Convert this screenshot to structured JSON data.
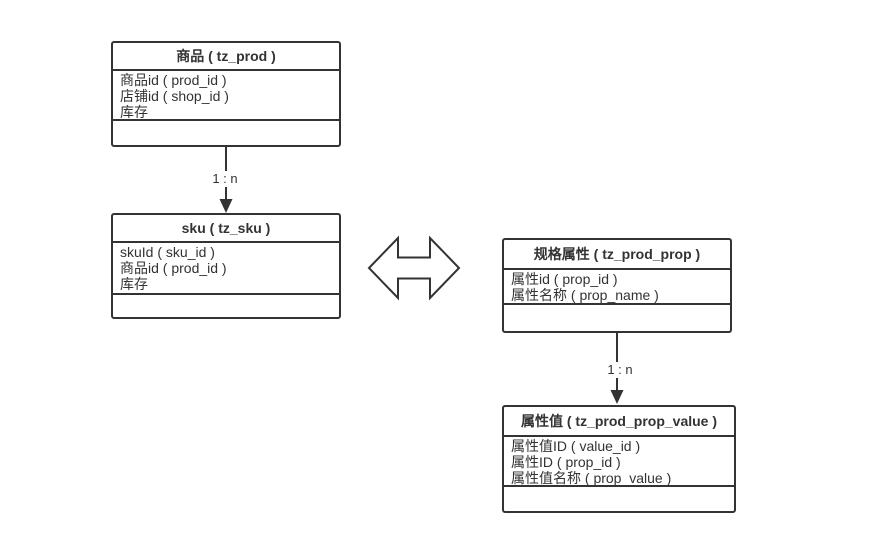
{
  "diagram": {
    "title": "product-sku-property er diagram",
    "entities": [
      {
        "id": "prod",
        "title": "商品 ( tz_prod )",
        "fields": [
          "商品id ( prod_id )",
          "店铺id ( shop_id )",
          "库存"
        ]
      },
      {
        "id": "sku",
        "title": "sku ( tz_sku )",
        "fields": [
          "skuId ( sku_id )",
          "商品id ( prod_id )",
          "库存"
        ]
      },
      {
        "id": "prod_prop",
        "title": "规格属性 ( tz_prod_prop )",
        "fields": [
          "属性id ( prop_id )",
          "属性名称 ( prop_name )"
        ]
      },
      {
        "id": "prod_prop_value",
        "title": "属性值 ( tz_prod_prop_value )",
        "fields": [
          "属性值ID ( value_id )",
          "属性ID ( prop_id )",
          "属性值名称 ( prop_value )"
        ]
      }
    ],
    "relations": [
      {
        "from": "prod",
        "to": "sku",
        "label": "1 : n"
      },
      {
        "from": "prod_prop",
        "to": "prod_prop_value",
        "label": "1 : n"
      }
    ],
    "colors": {
      "line": "#333333",
      "text": "#333333",
      "background": "#ffffff"
    }
  }
}
